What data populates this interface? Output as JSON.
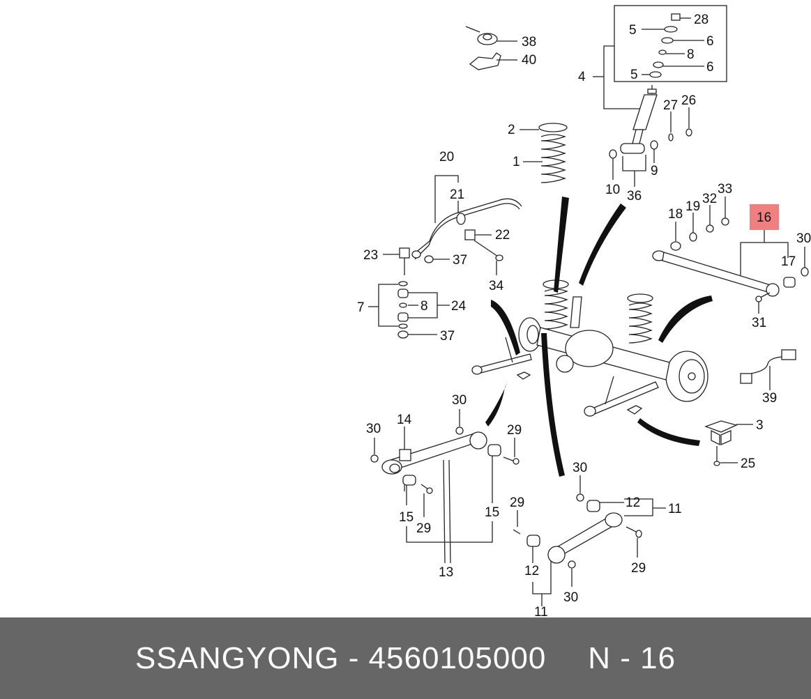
{
  "diagram": {
    "highlight_color": "#f08080",
    "callouts": [
      {
        "id": "c28",
        "text": "28"
      },
      {
        "id": "c5a",
        "text": "5"
      },
      {
        "id": "c6a",
        "text": "6"
      },
      {
        "id": "c8a",
        "text": "8"
      },
      {
        "id": "c6b",
        "text": "6"
      },
      {
        "id": "c5b",
        "text": "5"
      },
      {
        "id": "c4",
        "text": "4"
      },
      {
        "id": "c38",
        "text": "38"
      },
      {
        "id": "c40",
        "text": "40"
      },
      {
        "id": "c2",
        "text": "2"
      },
      {
        "id": "c1",
        "text": "1"
      },
      {
        "id": "c27",
        "text": "27"
      },
      {
        "id": "c26",
        "text": "26"
      },
      {
        "id": "c10",
        "text": "10"
      },
      {
        "id": "c9",
        "text": "9"
      },
      {
        "id": "c36",
        "text": "36"
      },
      {
        "id": "c20",
        "text": "20"
      },
      {
        "id": "c21",
        "text": "21"
      },
      {
        "id": "c22",
        "text": "22"
      },
      {
        "id": "c23",
        "text": "23"
      },
      {
        "id": "c37a",
        "text": "37"
      },
      {
        "id": "c34",
        "text": "34"
      },
      {
        "id": "c7",
        "text": "7"
      },
      {
        "id": "c8b",
        "text": "8"
      },
      {
        "id": "c24",
        "text": "24"
      },
      {
        "id": "c37b",
        "text": "37"
      },
      {
        "id": "c18",
        "text": "18"
      },
      {
        "id": "c19",
        "text": "19"
      },
      {
        "id": "c32",
        "text": "32"
      },
      {
        "id": "c33",
        "text": "33"
      },
      {
        "id": "c16",
        "text": "16"
      },
      {
        "id": "c30a",
        "text": "30"
      },
      {
        "id": "c17",
        "text": "17"
      },
      {
        "id": "c31",
        "text": "31"
      },
      {
        "id": "c39",
        "text": "39"
      },
      {
        "id": "c3",
        "text": "3"
      },
      {
        "id": "c25",
        "text": "25"
      },
      {
        "id": "c30b",
        "text": "30"
      },
      {
        "id": "c30c",
        "text": "30"
      },
      {
        "id": "c14",
        "text": "14"
      },
      {
        "id": "c29a",
        "text": "29"
      },
      {
        "id": "c15a",
        "text": "15"
      },
      {
        "id": "c29b",
        "text": "29"
      },
      {
        "id": "c15b",
        "text": "15"
      },
      {
        "id": "c13",
        "text": "13"
      },
      {
        "id": "c30d",
        "text": "30"
      },
      {
        "id": "c12a",
        "text": "12"
      },
      {
        "id": "c11a",
        "text": "11"
      },
      {
        "id": "c29c",
        "text": "29"
      },
      {
        "id": "c29d",
        "text": "29"
      },
      {
        "id": "c12b",
        "text": "12"
      },
      {
        "id": "c30e",
        "text": "30"
      },
      {
        "id": "c11b",
        "text": "11"
      }
    ]
  },
  "footer": {
    "brand_part": "SSANGYONG - 4560105000",
    "position": "N - 16"
  }
}
